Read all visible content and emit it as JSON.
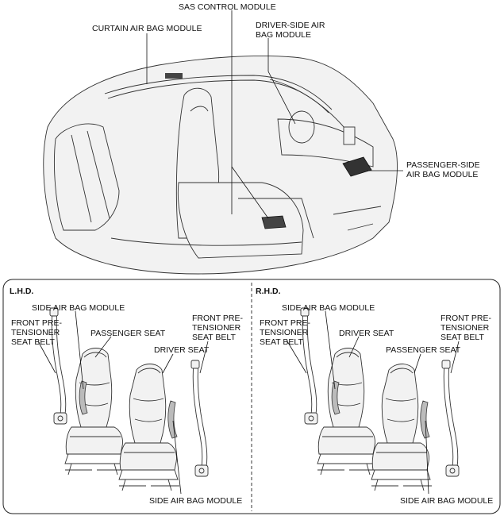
{
  "top": {
    "sas_control_module": "SAS CONTROL MODULE",
    "curtain_air_bag_module": "CURTAIN AIR BAG MODULE",
    "driver_side_air_bag_module": [
      "DRIVER-SIDE AIR",
      "BAG MODULE"
    ],
    "passenger_side_air_bag_module": [
      "PASSENGER-SIDE",
      "AIR BAG MODULE"
    ]
  },
  "lhd": {
    "title": "L.H.D.",
    "side_air_bag_module_top": "SIDE AIR BAG MODULE",
    "front_pretensioner_left": [
      "FRONT PRE-",
      "TENSIONER",
      "SEAT BELT"
    ],
    "passenger_seat": "PASSENGER SEAT",
    "driver_seat": "DRIVER SEAT",
    "front_pretensioner_right": [
      "FRONT PRE-",
      "TENSIONER",
      "SEAT BELT"
    ],
    "side_air_bag_module_bottom": "SIDE AIR BAG MODULE"
  },
  "rhd": {
    "title": "R.H.D.",
    "side_air_bag_module_top": "SIDE AIR BAG MODULE",
    "front_pretensioner_left": [
      "FRONT PRE-",
      "TENSIONER",
      "SEAT BELT"
    ],
    "driver_seat": "DRIVER SEAT",
    "passenger_seat": "PASSENGER SEAT",
    "front_pretensioner_right": [
      "FRONT PRE-",
      "TENSIONER",
      "SEAT BELT"
    ],
    "side_air_bag_module_bottom": "SIDE AIR BAG MODULE"
  }
}
